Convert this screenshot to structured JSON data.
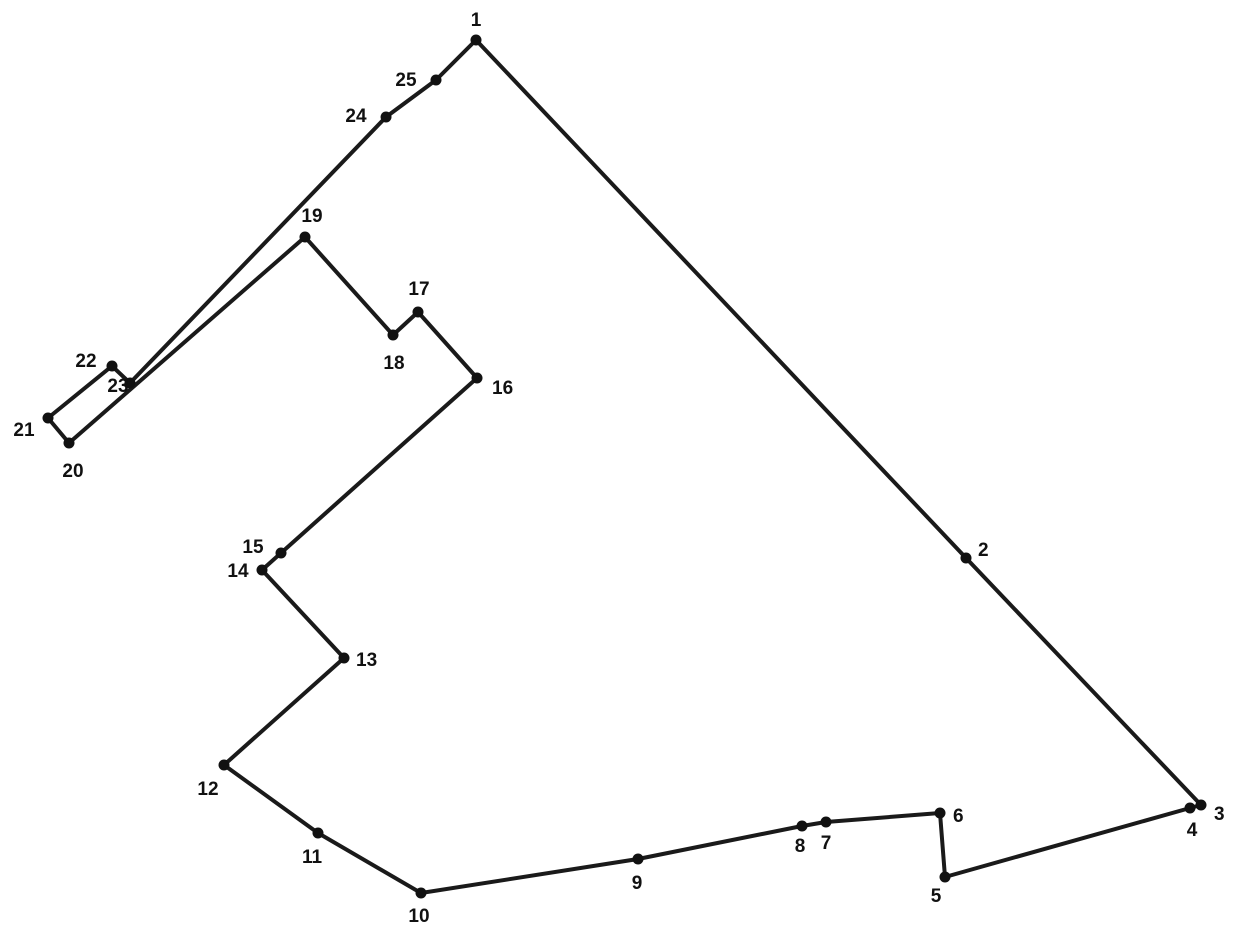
{
  "diagram": {
    "type": "polygon-boundary",
    "closed": true,
    "line_color": "#1a1a1a",
    "point_color": "#111111",
    "vertices": [
      {
        "label": "1"
      },
      {
        "label": "2"
      },
      {
        "label": "3"
      },
      {
        "label": "4"
      },
      {
        "label": "5"
      },
      {
        "label": "6"
      },
      {
        "label": "7"
      },
      {
        "label": "8"
      },
      {
        "label": "9"
      },
      {
        "label": "10"
      },
      {
        "label": "11"
      },
      {
        "label": "12"
      },
      {
        "label": "13"
      },
      {
        "label": "14"
      },
      {
        "label": "15"
      },
      {
        "label": "16"
      },
      {
        "label": "17"
      },
      {
        "label": "18"
      },
      {
        "label": "19"
      },
      {
        "label": "20"
      },
      {
        "label": "21"
      },
      {
        "label": "22"
      },
      {
        "label": "23"
      },
      {
        "label": "24"
      },
      {
        "label": "25"
      }
    ]
  }
}
